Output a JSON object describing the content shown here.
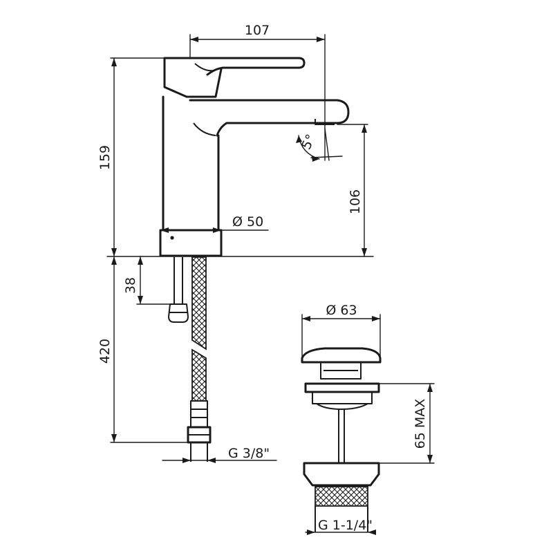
{
  "dimensions": {
    "width_top": "107",
    "height_total": "159",
    "height_spout": "106",
    "base_diameter": "Ø 50",
    "angle": "5°",
    "offset_top": "38",
    "hose_length": "420",
    "hose_thread": "G  3/8\"",
    "plug_diameter": "Ø 63",
    "waste_height": "65 MAX",
    "waste_thread": "G  1-1/4\""
  }
}
